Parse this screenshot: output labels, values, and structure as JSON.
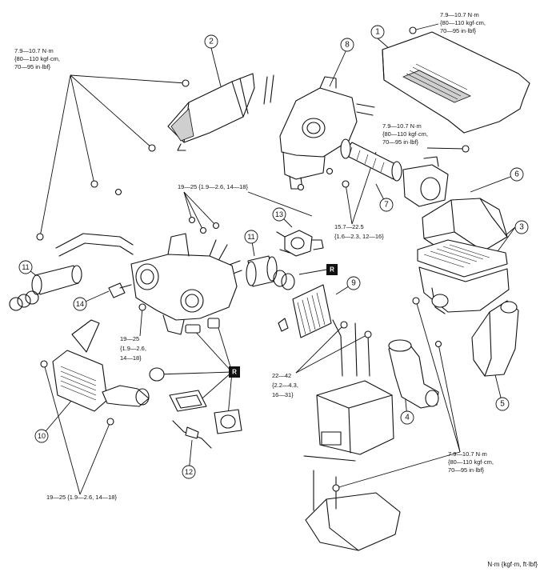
{
  "torque_specs": {
    "t1": [
      "7.9—10.7 N·m",
      "{80—110 kgf·cm,",
      "70—95 in·lbf}"
    ],
    "t2": [
      "7.9—10.7 N·m",
      "{80—110 kgf·cm,",
      "70—95 in·lbf}"
    ],
    "t3": [
      "7.9—10.7 N·m",
      "{80—110 kgf·cm,",
      "70—95 in·lbf}"
    ],
    "t4": [
      "19—25 {1.9—2.6, 14—18}"
    ],
    "t5": [
      "15.7—22.5",
      "{1.6—2.3, 12—16}"
    ],
    "t6": [
      "19—25",
      "{1.9—2.6,",
      "14—18}"
    ],
    "t7": [
      "22—42",
      "{2.2—4.3,",
      "16—31}"
    ],
    "t8": [
      "7.9—10.7 N·m",
      "{80—110 kgf·cm,",
      "70—95 in·lbf}"
    ],
    "t9": [
      "19—25 {1.9—2.6, 14—18}"
    ]
  },
  "callouts": [
    "1",
    "2",
    "3",
    "4",
    "5",
    "6",
    "7",
    "8",
    "9",
    "10",
    "11",
    "11",
    "12",
    "13",
    "14"
  ],
  "replace_marker": "R",
  "units_note": "N·m {kgf·m, ft·lbf}"
}
